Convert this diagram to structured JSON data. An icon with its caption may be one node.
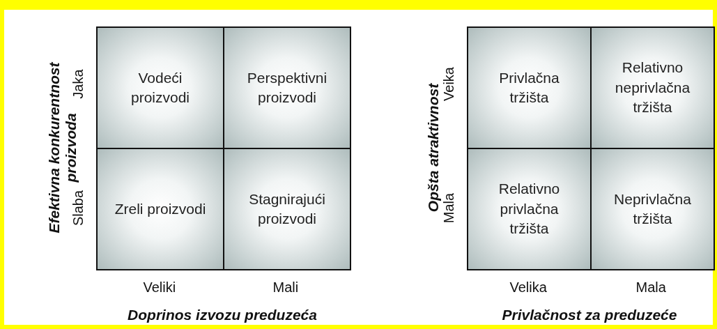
{
  "diagram": {
    "nodes": [
      {
        "text": [
          "Vodeći proizvodi"
        ]
      },
      {
        "text": [
          "Perspektivni proizvodi"
        ]
      },
      {
        "text": [
          "Zreli proizvodi"
        ]
      },
      {
        "text": [
          "Stagnirajući proizvodi"
        ]
      },
      {
        "text": [
          "Privlačna tržišta"
        ]
      },
      {
        "text": [
          "Relativno neprivlačna tržišta"
        ]
      },
      {
        "text": [
          "Relativno privlačna tržišta"
        ]
      },
      {
        "text": [
          "Neprivlačna tržišta"
        ]
      }
    ],
    "edges": [],
    "labels": [
      "Efektivna konkurentnost proizvoda",
      "Jaka",
      "Slaba",
      "Veliki",
      "Mali",
      "Doprinos izvozu preduzeća",
      "Opšta atraktivnost",
      "Veika",
      "Mala",
      "Velika",
      "Mala",
      "Privlačnost za preduzeće"
    ]
  }
}
